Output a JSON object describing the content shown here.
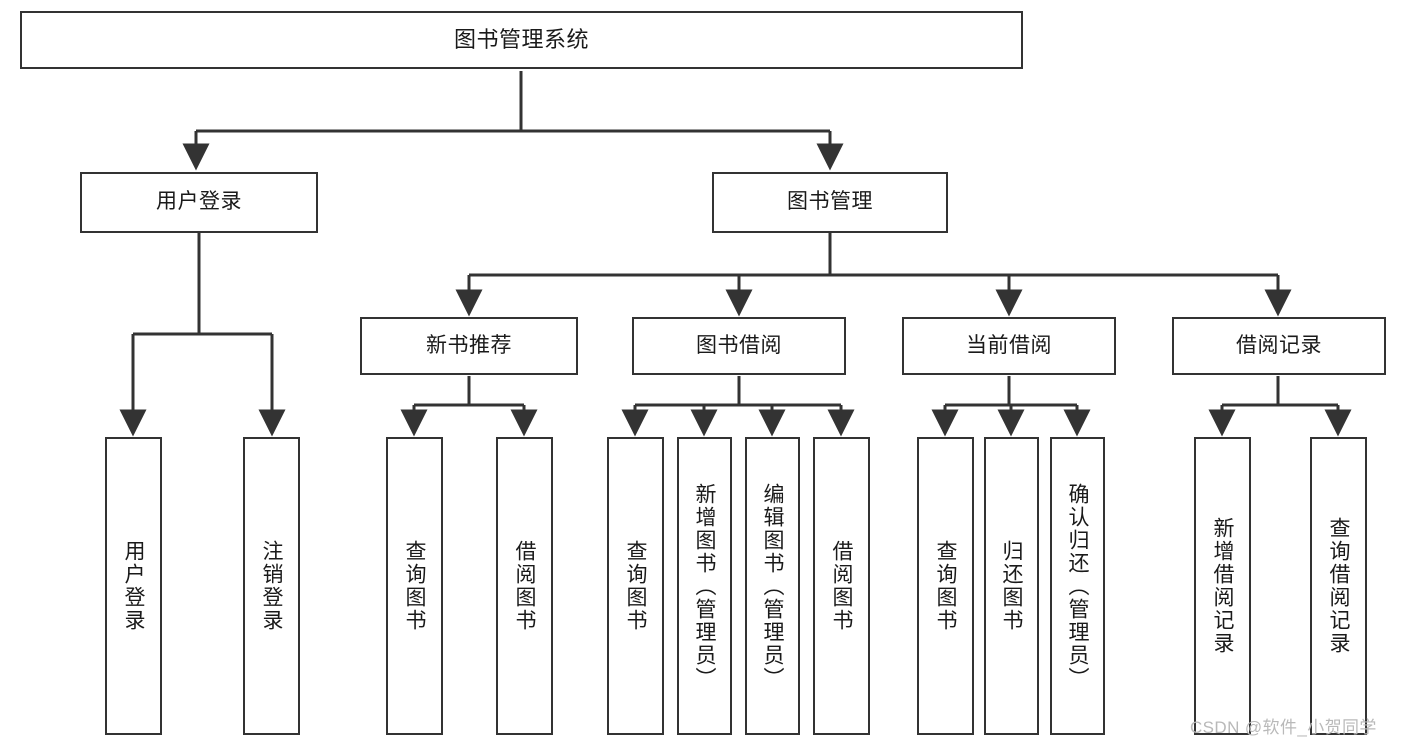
{
  "diagram": {
    "title": "图书管理系统",
    "type": "tree",
    "stroke_color": "#333333",
    "fill_color": "#ffffff",
    "text_color": "#1a1a1a",
    "nodes": {
      "root": {
        "label": "图书管理系统"
      },
      "level2": [
        {
          "id": "user-login",
          "label": "用户登录"
        },
        {
          "id": "book-management",
          "label": "图书管理"
        }
      ],
      "level3": [
        {
          "id": "new-book-recommend",
          "label": "新书推荐"
        },
        {
          "id": "book-borrow",
          "label": "图书借阅"
        },
        {
          "id": "current-borrow",
          "label": "当前借阅"
        },
        {
          "id": "borrow-record",
          "label": "借阅记录"
        }
      ],
      "leaves": [
        {
          "id": "leaf-user-login",
          "label": "用户登录",
          "parent": "user-login"
        },
        {
          "id": "leaf-logout-login",
          "label": "注销登录",
          "parent": "user-login"
        },
        {
          "id": "leaf-query-book-1",
          "label": "查询图书",
          "parent": "new-book-recommend"
        },
        {
          "id": "leaf-borrow-book-1",
          "label": "借阅图书",
          "parent": "new-book-recommend"
        },
        {
          "id": "leaf-query-book-2",
          "label": "查询图书",
          "parent": "book-borrow"
        },
        {
          "id": "leaf-add-book",
          "label": "新增图书（管理员）",
          "parent": "book-borrow"
        },
        {
          "id": "leaf-edit-book",
          "label": "编辑图书（管理员）",
          "parent": "book-borrow"
        },
        {
          "id": "leaf-borrow-book-2",
          "label": "借阅图书",
          "parent": "book-borrow"
        },
        {
          "id": "leaf-query-book-3",
          "label": "查询图书",
          "parent": "current-borrow"
        },
        {
          "id": "leaf-return-book",
          "label": "归还图书",
          "parent": "current-borrow"
        },
        {
          "id": "leaf-confirm-return",
          "label": "确认归还（管理员）",
          "parent": "current-borrow"
        },
        {
          "id": "leaf-add-record",
          "label": "新增借阅记录",
          "parent": "borrow-record"
        },
        {
          "id": "leaf-query-record",
          "label": "查询借阅记录",
          "parent": "borrow-record"
        }
      ]
    }
  },
  "watermark": {
    "text": "CSDN @软件_小贺同学"
  }
}
